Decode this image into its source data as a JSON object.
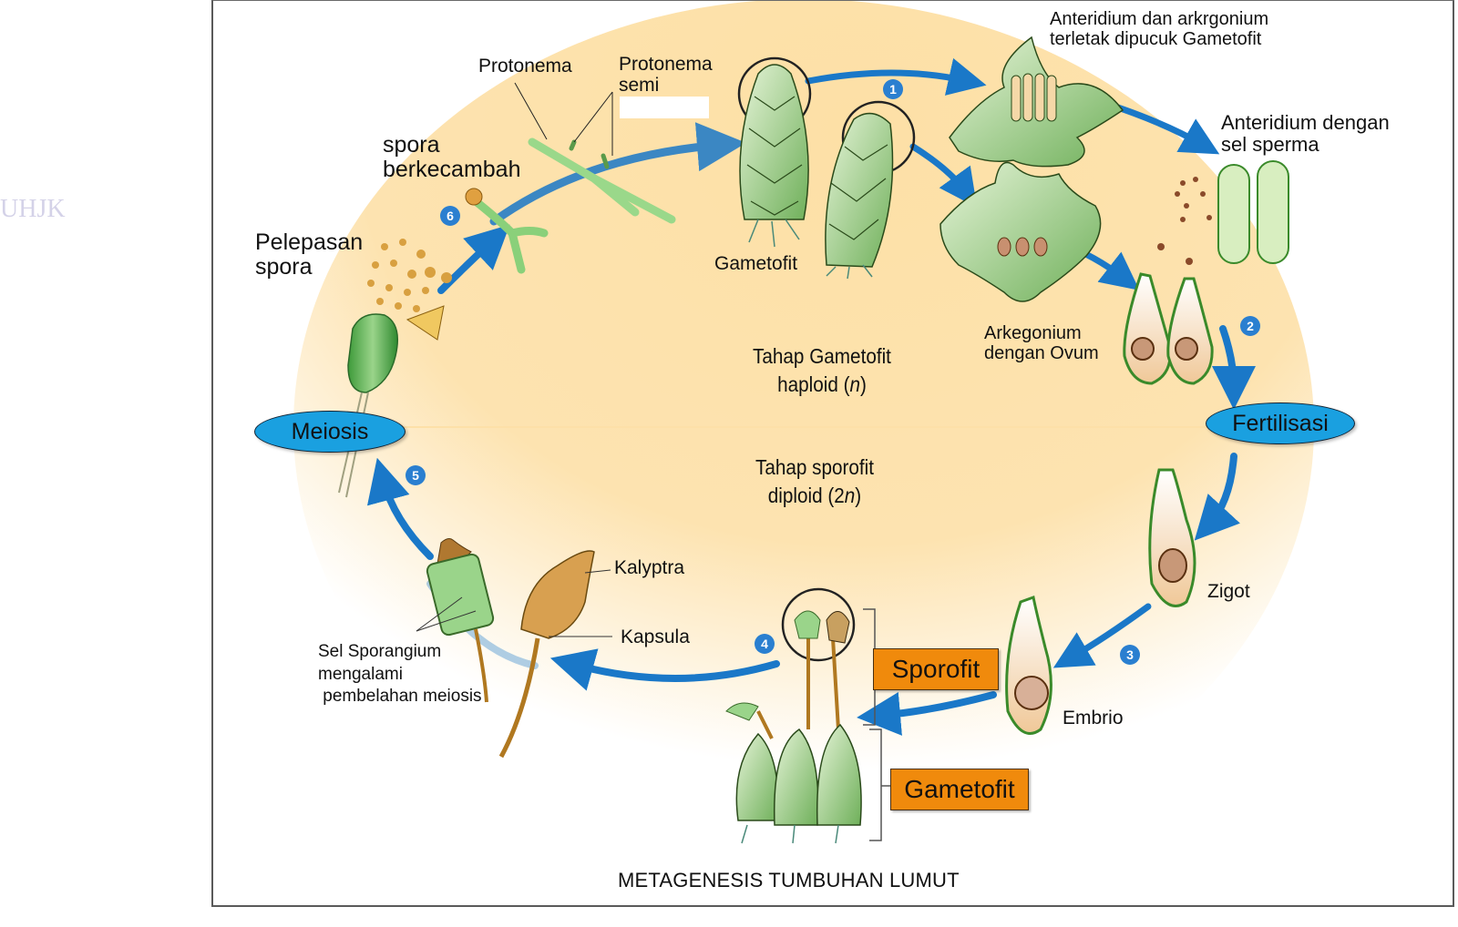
{
  "watermark": "UHJK",
  "diagram": {
    "title": "METAGENESIS TUMBUHAN LUMUT",
    "phases": {
      "haploid": {
        "line1": "Tahap  Gametofit",
        "line2_prefix": "haploid (",
        "line2_var": "n",
        "line2_suffix": ")",
        "color": "#d6d0e8"
      },
      "diploid": {
        "line1": "Tahap  sporofit",
        "line2_prefix": "diploid (2",
        "line2_var": "n",
        "line2_suffix": ")",
        "color": "#fde0a8"
      }
    },
    "events": {
      "meiosis": "Meiosis",
      "fertilization": "Fertilisasi",
      "ellipse_color": "#1aa0e0"
    },
    "boxes": {
      "sporofit": "Sporofit",
      "gametofit": "Gametofit",
      "box_color": "#f08a0c"
    },
    "arrow_color": "#1a78c8",
    "steps": [
      "1",
      "2",
      "3",
      "4",
      "5",
      "6"
    ],
    "labels": {
      "protonema": "Protonema",
      "protonema_semi_1": "Protonema",
      "protonema_semi_2": "semi",
      "spora_berkecambah_1": "spora",
      "spora_berkecambah_2": "berkecambah",
      "pelepasan_spora_1": "Pelepasan",
      "pelepasan_spora_2": "spora",
      "gametofit": "Gametofit",
      "anteridium_arkegonium_1": "Anteridium dan arkrgonium",
      "anteridium_arkegonium_2": "terletak dipucuk Gametofit",
      "anteridium_sperma_1": "Anteridium dengan",
      "anteridium_sperma_2": "sel sperma",
      "arkegonium_ovum_1": "Arkegonium",
      "arkegonium_ovum_2": "dengan Ovum",
      "zigot": "Zigot",
      "embrio": "Embrio",
      "kalyptra": "Kalyptra",
      "kapsula": "Kapsula",
      "sporangium_1": "Sel Sporangium",
      "sporangium_2": "mengalami",
      "sporangium_3": " pembelahan meiosis"
    }
  }
}
